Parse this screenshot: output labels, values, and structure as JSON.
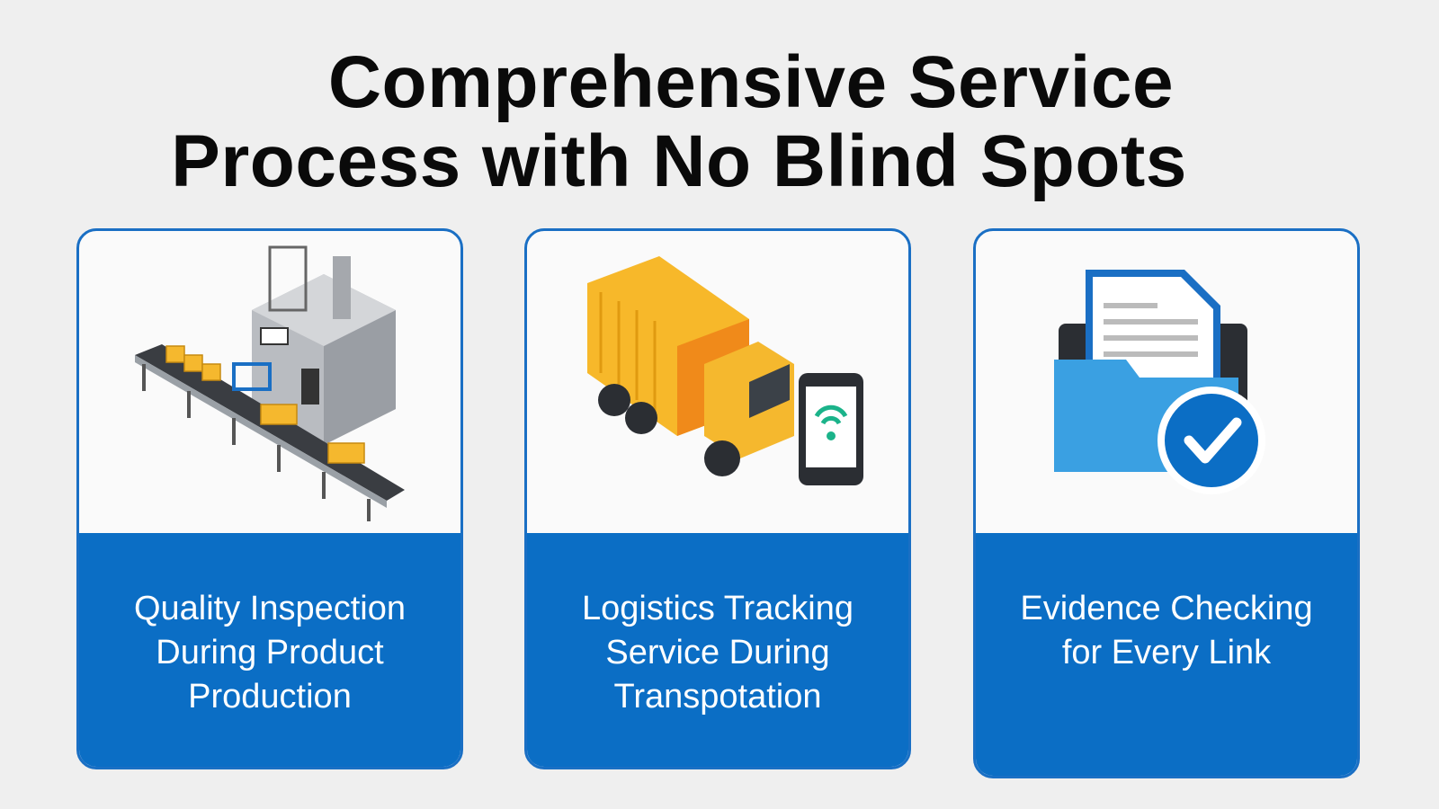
{
  "title": {
    "line1": "Comprehensive Service",
    "line2": "Process with No Blind Spots"
  },
  "cards": [
    {
      "label": "Quality Inspection During Product Production",
      "icon": "factory-conveyor-icon"
    },
    {
      "label": "Logistics Tracking Service During Transpotation",
      "icon": "truck-phone-tracking-icon"
    },
    {
      "label": "Evidence Checking for Every Link",
      "icon": "folder-document-check-icon"
    }
  ],
  "colors": {
    "accent": "#0b6ec5",
    "border": "#1a6fc4",
    "background": "#efefef",
    "cargo": "#f5b82e"
  }
}
